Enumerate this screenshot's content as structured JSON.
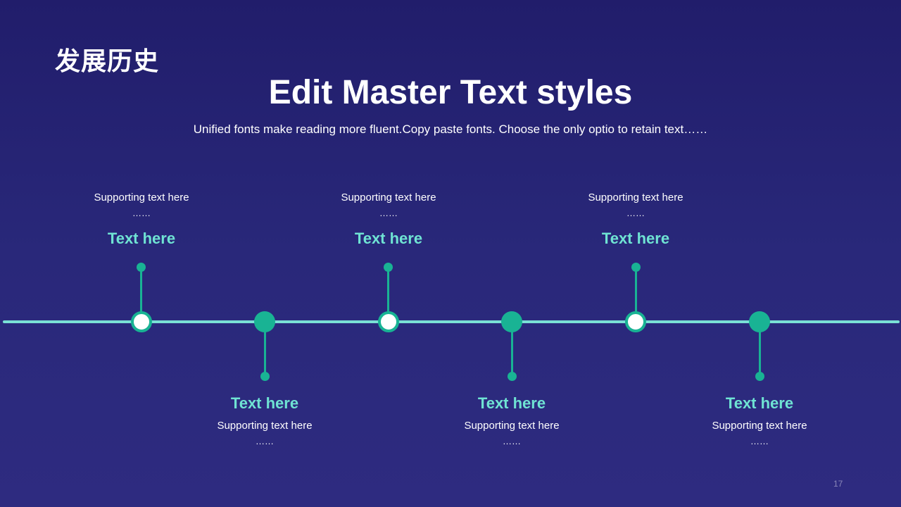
{
  "slide": {
    "section_title": "发展历史",
    "title": "Edit Master Text styles",
    "subtitle": "Unified fonts make reading more fluent.Copy paste fonts. Choose the only optio to retain text……",
    "page_number": "17"
  },
  "colors": {
    "background": "#26247a",
    "accent": "#19b394",
    "axis": "#79e0d6",
    "heading": "#6fe3d3"
  },
  "timeline": {
    "items": [
      {
        "heading": "Text here",
        "supporting": "Supporting text here",
        "ellipsis": "……",
        "marker": "hollow"
      },
      {
        "heading": "Text here",
        "supporting": "Supporting text here",
        "ellipsis": "……",
        "marker": "solid"
      },
      {
        "heading": "Text here",
        "supporting": "Supporting text here",
        "ellipsis": "……",
        "marker": "hollow"
      },
      {
        "heading": "Text here",
        "supporting": "Supporting text here",
        "ellipsis": "……",
        "marker": "solid"
      },
      {
        "heading": "Text here",
        "supporting": "Supporting text here",
        "ellipsis": "……",
        "marker": "hollow"
      },
      {
        "heading": "Text here",
        "supporting": "Supporting text here",
        "ellipsis": "……",
        "marker": "solid"
      }
    ]
  }
}
